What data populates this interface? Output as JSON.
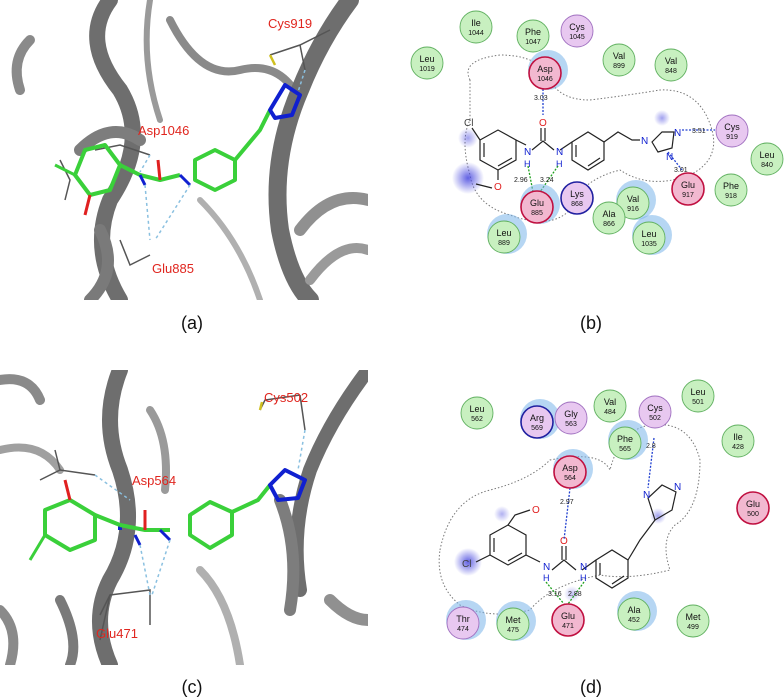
{
  "panels": {
    "a": {
      "caption": "(a)",
      "labels": [
        "Cys919",
        "Asp1046",
        "Glu885"
      ]
    },
    "b": {
      "caption": "(b)",
      "residues": [
        {
          "name": "Ile",
          "num": "1044",
          "type": "hydrophobic"
        },
        {
          "name": "Phe",
          "num": "1047",
          "type": "hydrophobic"
        },
        {
          "name": "Cys",
          "num": "1045",
          "type": "polar"
        },
        {
          "name": "Leu",
          "num": "1019",
          "type": "hydrophobic"
        },
        {
          "name": "Val",
          "num": "899",
          "type": "hydrophobic"
        },
        {
          "name": "Val",
          "num": "848",
          "type": "hydrophobic"
        },
        {
          "name": "Asp",
          "num": "1046",
          "type": "negative"
        },
        {
          "name": "Cys",
          "num": "919",
          "type": "polar"
        },
        {
          "name": "Leu",
          "num": "840",
          "type": "hydrophobic"
        },
        {
          "name": "Phe",
          "num": "918",
          "type": "hydrophobic"
        },
        {
          "name": "Glu",
          "num": "917",
          "type": "negative"
        },
        {
          "name": "Glu",
          "num": "885",
          "type": "negative"
        },
        {
          "name": "Lys",
          "num": "868",
          "type": "positive"
        },
        {
          "name": "Val",
          "num": "916",
          "type": "hydrophobic"
        },
        {
          "name": "Ala",
          "num": "866",
          "type": "hydrophobic"
        },
        {
          "name": "Leu",
          "num": "889",
          "type": "hydrophobic"
        },
        {
          "name": "Leu",
          "num": "1035",
          "type": "hydrophobic"
        }
      ],
      "atoms": {
        "cl": "Cl",
        "o_ether": "O",
        "o_carbonyl": "O",
        "n1": "N",
        "n2": "N",
        "h1": "H",
        "h2": "H",
        "tri_n1": "N",
        "tri_n2": "N",
        "tri_n3": "N"
      },
      "distances": {
        "asp": "3.03",
        "glu1": "2.96",
        "glu2": "3.24",
        "cys": "3.51",
        "glu917": "3.01"
      }
    },
    "c": {
      "caption": "(c)",
      "labels": [
        "Cys502",
        "Asp564",
        "Glu471"
      ]
    },
    "d": {
      "caption": "(d)",
      "residues": [
        {
          "name": "Leu",
          "num": "562",
          "type": "hydrophobic"
        },
        {
          "name": "Arg",
          "num": "569",
          "type": "positive"
        },
        {
          "name": "Gly",
          "num": "563",
          "type": "polar"
        },
        {
          "name": "Val",
          "num": "484",
          "type": "hydrophobic"
        },
        {
          "name": "Phe",
          "num": "565",
          "type": "hydrophobic"
        },
        {
          "name": "Cys",
          "num": "502",
          "type": "polar"
        },
        {
          "name": "Leu",
          "num": "501",
          "type": "hydrophobic"
        },
        {
          "name": "Ile",
          "num": "428",
          "type": "hydrophobic"
        },
        {
          "name": "Asp",
          "num": "564",
          "type": "negative"
        },
        {
          "name": "Glu",
          "num": "500",
          "type": "negative"
        },
        {
          "name": "Thr",
          "num": "474",
          "type": "polar"
        },
        {
          "name": "Met",
          "num": "475",
          "type": "hydrophobic"
        },
        {
          "name": "Glu",
          "num": "471",
          "type": "negative"
        },
        {
          "name": "Ala",
          "num": "452",
          "type": "hydrophobic"
        },
        {
          "name": "Met",
          "num": "499",
          "type": "hydrophobic"
        }
      ],
      "atoms": {
        "cl": "Cl",
        "o_ether": "O",
        "o_carbonyl": "O",
        "n1": "N",
        "n2": "N",
        "h1": "H",
        "h2": "H",
        "tri_n1": "N",
        "tri_n2": "N"
      },
      "distances": {
        "cys": "2.8",
        "asp": "2.97",
        "glu1": "3.16",
        "glu2": "2.88"
      }
    }
  },
  "colors": {
    "hydrophobic_fill": "#c8f0c0",
    "hydrophobic_stroke": "#60b060",
    "polar_fill": "#e8c8f0",
    "polar_stroke": "#a070c0",
    "negative_fill": "#f2b8d0",
    "negative_stroke": "#c01040",
    "positive_fill": "#e8c8f0",
    "positive_stroke": "#2020a0",
    "hbond_backbone": "#2040d0",
    "hbond_sidechain": "#20a020",
    "ribbon": "#6e6e6e",
    "carbon": "#3ad03a",
    "nitrogen": "#1020d0",
    "oxygen": "#e02020",
    "sulfur": "#d0c020",
    "label_red": "#e0261f"
  }
}
